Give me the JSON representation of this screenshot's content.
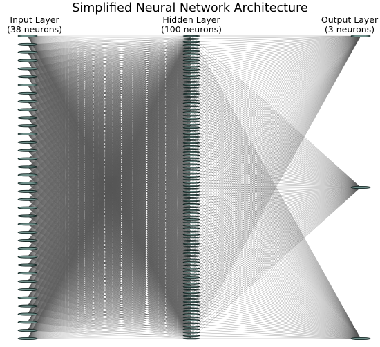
{
  "title": "Simplified Neural Network Architecture",
  "layers": [
    {
      "id": "input",
      "name": "Input Layer",
      "size_label": "(38 neurons)",
      "neurons": 38
    },
    {
      "id": "hidden",
      "name": "Hidden Layer",
      "size_label": "(100 neurons)",
      "neurons": 100
    },
    {
      "id": "output",
      "name": "Output Layer",
      "size_label": "(3 neurons)",
      "neurons": 3
    }
  ],
  "colors": {
    "edge": "#555555",
    "neuron_fill": "#6f8f8a",
    "neuron_stroke": "#0d1f1d",
    "background": "#ffffff"
  }
}
